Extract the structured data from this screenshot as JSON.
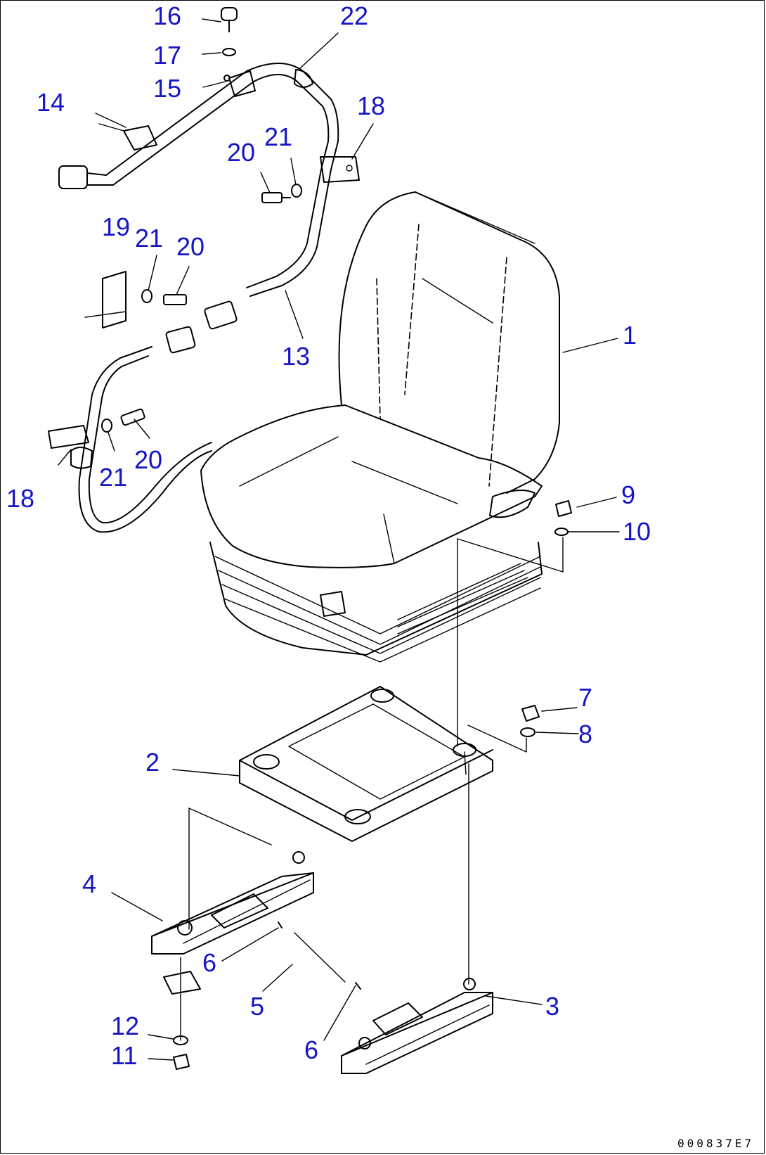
{
  "diagram": {
    "drawing_code": "000837E7",
    "labels": [
      "1",
      "2",
      "3",
      "4",
      "5",
      "6",
      "6",
      "7",
      "8",
      "9",
      "10",
      "11",
      "12",
      "13",
      "14",
      "15",
      "16",
      "17",
      "18",
      "18",
      "19",
      "20",
      "20",
      "20",
      "21",
      "21",
      "21",
      "22"
    ]
  },
  "colors": {
    "label": "#1414c8",
    "line": "#000000",
    "background": "#ffffff"
  }
}
